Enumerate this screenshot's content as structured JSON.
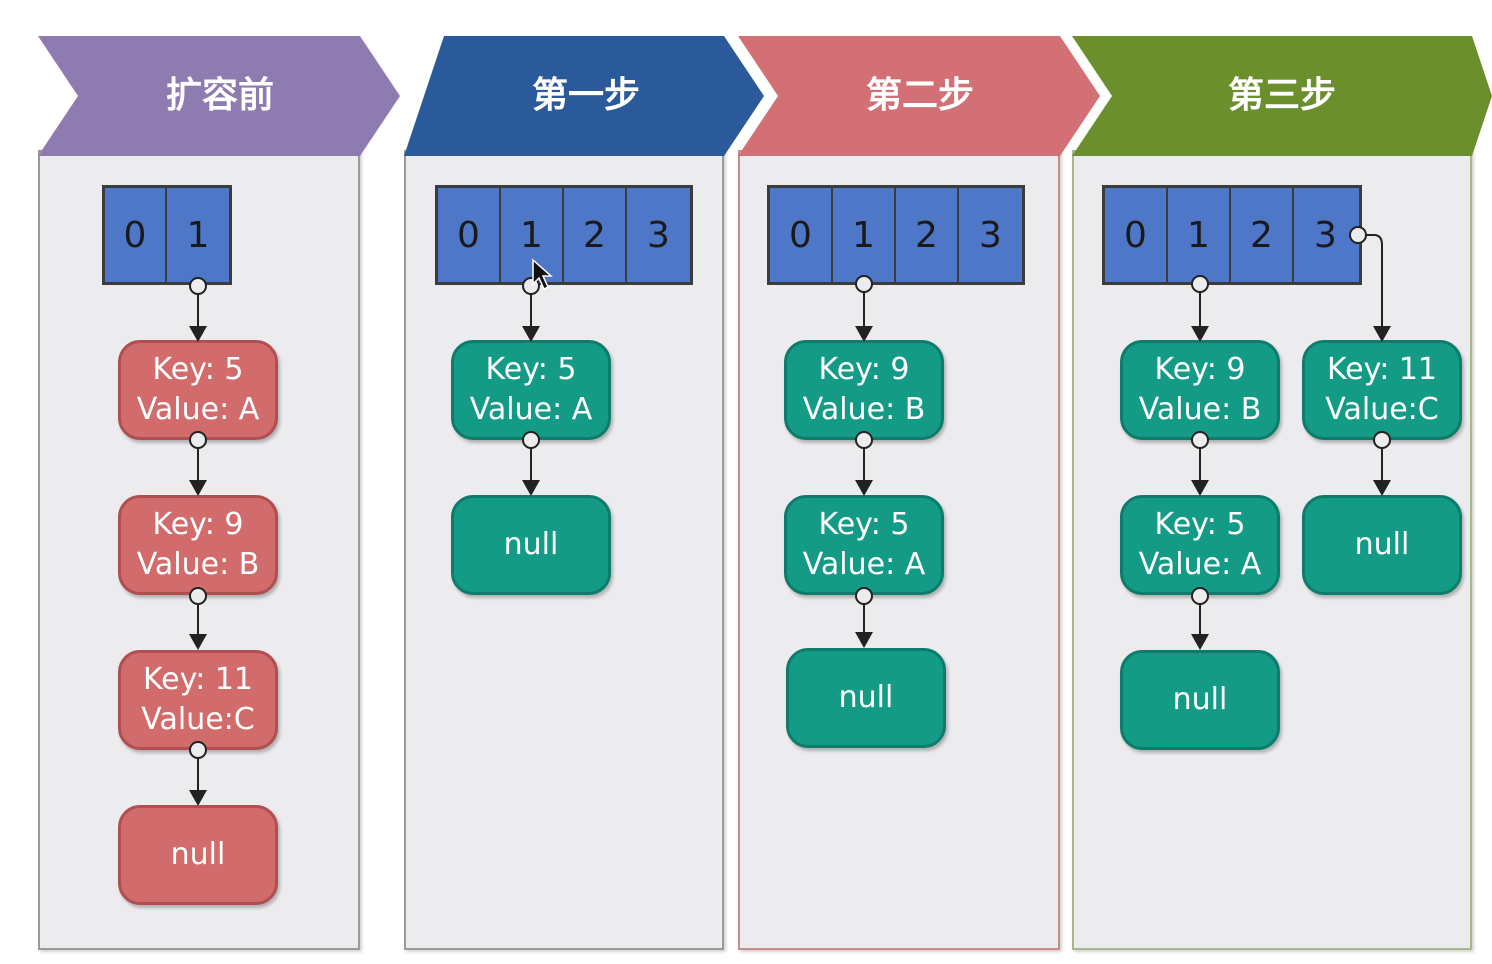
{
  "colors": {
    "stage_before": "#8e7bb0",
    "stage_1": "#2b5a9a",
    "stage_2": "#d27076",
    "stage_3": "#6a8f2c",
    "array_cell": "#4f77c8",
    "node_red": "#d26b6b",
    "node_teal": "#149b86"
  },
  "stages": [
    {
      "title": "扩容前",
      "cells": [
        "0",
        "1"
      ],
      "nodes": [
        {
          "key": "Key: 5",
          "value": "Value: A",
          "color": "red"
        },
        {
          "key": "Key: 9",
          "value": "Value: B",
          "color": "red"
        },
        {
          "key": "Key: 11",
          "value": "Value:C",
          "color": "red"
        },
        {
          "text": "null",
          "color": "red"
        }
      ]
    },
    {
      "title": "第一步",
      "cells": [
        "0",
        "1",
        "2",
        "3"
      ],
      "nodes": [
        {
          "key": "Key: 5",
          "value": "Value: A",
          "color": "teal"
        },
        {
          "text": "null",
          "color": "teal"
        }
      ]
    },
    {
      "title": "第二步",
      "cells": [
        "0",
        "1",
        "2",
        "3"
      ],
      "nodes": [
        {
          "key": "Key: 9",
          "value": "Value: B",
          "color": "teal"
        },
        {
          "key": "Key: 5",
          "value": "Value: A",
          "color": "teal"
        },
        {
          "text": "null",
          "color": "teal"
        }
      ]
    },
    {
      "title": "第三步",
      "cells": [
        "0",
        "1",
        "2",
        "3"
      ],
      "nodes": [
        {
          "key": "Key: 9",
          "value": "Value: B",
          "color": "teal"
        },
        {
          "key": "Key: 5",
          "value": "Value: A",
          "color": "teal"
        },
        {
          "text": "null",
          "color": "teal"
        },
        {
          "key": "Key: 11",
          "value": "Value:C",
          "color": "teal"
        },
        {
          "text": "null",
          "color": "teal"
        }
      ]
    }
  ]
}
